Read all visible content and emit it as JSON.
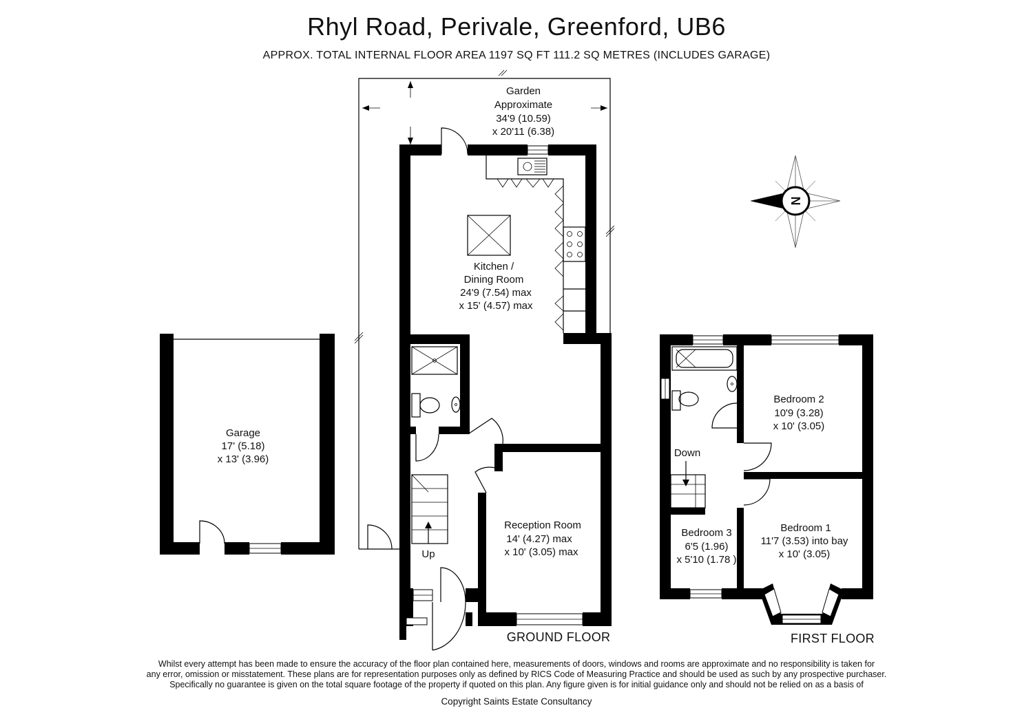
{
  "header": {
    "title": "Rhyl Road, Perivale, Greenford, UB6",
    "subtitle": "APPROX. TOTAL INTERNAL FLOOR AREA 1197 SQ FT 111.2 SQ METRES (INCLUDES GARAGE)"
  },
  "floors": {
    "ground": "GROUND FLOOR",
    "first": "FIRST FLOOR"
  },
  "rooms": {
    "garden": [
      "Garden",
      "Approximate",
      "34'9 (10.59)",
      "x 20'11 (6.38)"
    ],
    "kitchen": [
      "Kitchen /",
      "Dining Room",
      "24'9 (7.54) max",
      "x 15' (4.57) max"
    ],
    "garage": [
      "Garage",
      "17' (5.18)",
      "x 13' (3.96)"
    ],
    "reception": [
      "Reception Room",
      "14' (4.27) max",
      "x 10' (3.05) max"
    ],
    "bedroom2": [
      "Bedroom 2",
      "10'9 (3.28)",
      "x 10' (3.05)"
    ],
    "bedroom1": [
      "Bedroom 1",
      "11'7 (3.53) into bay",
      "x 10' (3.05)"
    ],
    "bedroom3": [
      "Bedroom 3",
      "6'5 (1.96)",
      "x 5'10 (1.78 )"
    ]
  },
  "stairs": {
    "up": "Up",
    "down": "Down"
  },
  "compass": {
    "letter": "N",
    "icon": "compass-rose-icon"
  },
  "footer": {
    "disclaimer_line1": "Whilst every attempt has been made to ensure the accuracy of the floor plan contained here, measurements of doors, windows and rooms are approximate and no responsibility is taken for",
    "disclaimer_line2": "any error, omission or misstatement. These plans are for representation purposes only as defined by RICS Code of Measuring Practice and should be used as such by any prospective purchaser.",
    "disclaimer_line3": "Specifically no guarantee is given on the total square footage of the property if quoted on this plan. Any figure given is for initial guidance only and should not be relied on as a basis of",
    "copyright": "Copyright Saints Estate Consultancy"
  }
}
